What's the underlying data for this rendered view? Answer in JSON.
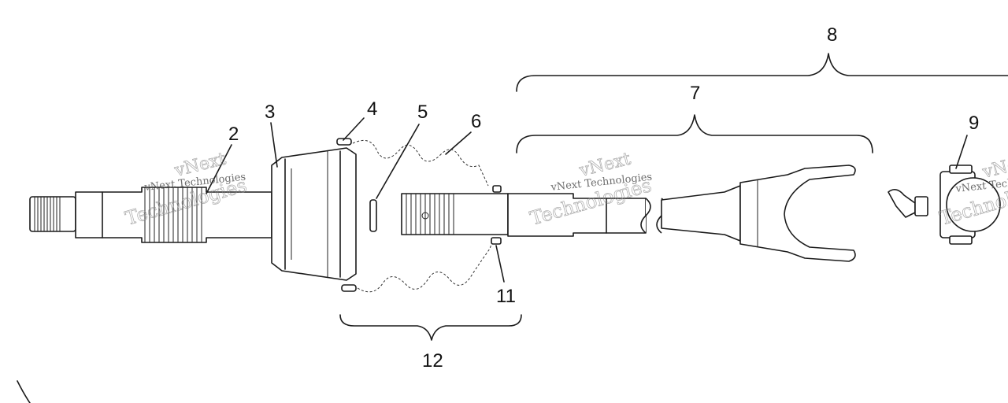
{
  "callouts": {
    "c2": "2",
    "c3": "3",
    "c4": "4",
    "c5": "5",
    "c6": "6",
    "c7": "7",
    "c8": "8",
    "c9": "9",
    "c11": "11",
    "c12": "12"
  },
  "watermark": {
    "brand_top": "vNext",
    "brand_line": "vNext Technologies",
    "brand_bottom": "Technologies"
  }
}
